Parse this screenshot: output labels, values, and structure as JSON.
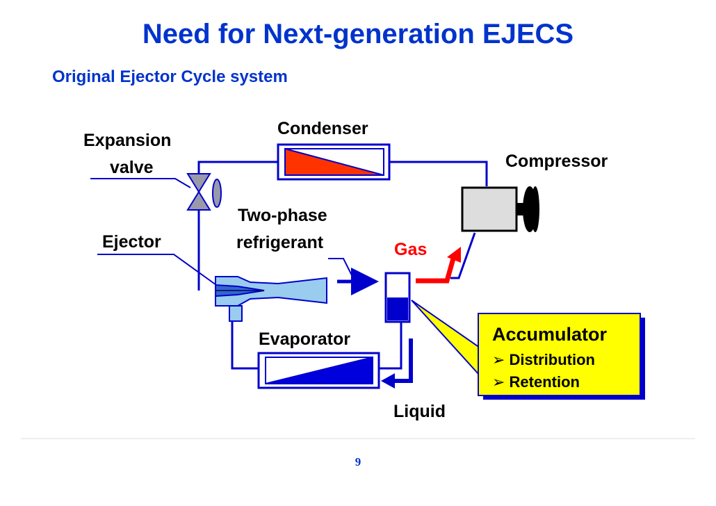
{
  "slide": {
    "title": "Need for Next-generation EJECS",
    "subtitle": "Original Ejector Cycle system",
    "page_number": "9"
  },
  "labels": {
    "condenser": "Condenser",
    "expansion_valve_line1": "Expansion",
    "expansion_valve_line2": "valve",
    "compressor": "Compressor",
    "two_phase_line1": "Two-phase",
    "two_phase_line2": "refrigerant",
    "ejector": "Ejector",
    "gas": "Gas",
    "evaporator": "Evaporator",
    "liquid": "Liquid"
  },
  "callout": {
    "title": "Accumulator",
    "items": [
      "Distribution",
      "Retention"
    ]
  },
  "colors": {
    "title": "#0033cc",
    "line": "#0000cc",
    "condenser_fill": "#ff3300",
    "evaporator_fill": "#0000dd",
    "gas_arrow": "#ff0000",
    "callout_fill": "#ffff00",
    "callout_shadow": "#0000cc",
    "ejector_fill": "#99ccee",
    "text": "#000000"
  }
}
